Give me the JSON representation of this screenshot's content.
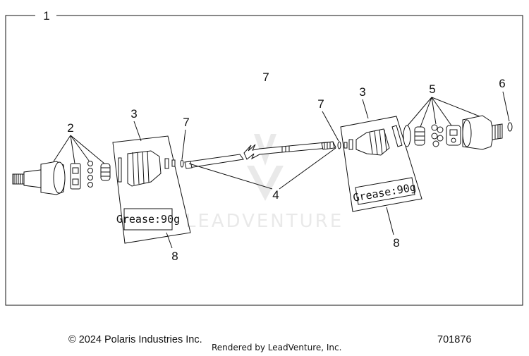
{
  "callouts": {
    "c1": "1",
    "c2": "2",
    "c3_left": "3",
    "c3_right": "3",
    "c4": "4",
    "c5": "5",
    "c6": "6",
    "c7_top": "7",
    "c7_left": "7",
    "c7_right": "7",
    "c8_left": "8",
    "c8_right": "8"
  },
  "grease_labels": {
    "left": "Grease:90g",
    "right": "Grease:90g"
  },
  "watermark": {
    "text": "LEADVENTURE"
  },
  "footer": {
    "copyright": "© 2024 Polaris Industries Inc.",
    "rendered_by": "Rendered by LeadVenture, Inc.",
    "diagram_number": "701876"
  },
  "colors": {
    "line": "#111111",
    "background": "#ffffff",
    "watermark": "#d8d8d8"
  }
}
